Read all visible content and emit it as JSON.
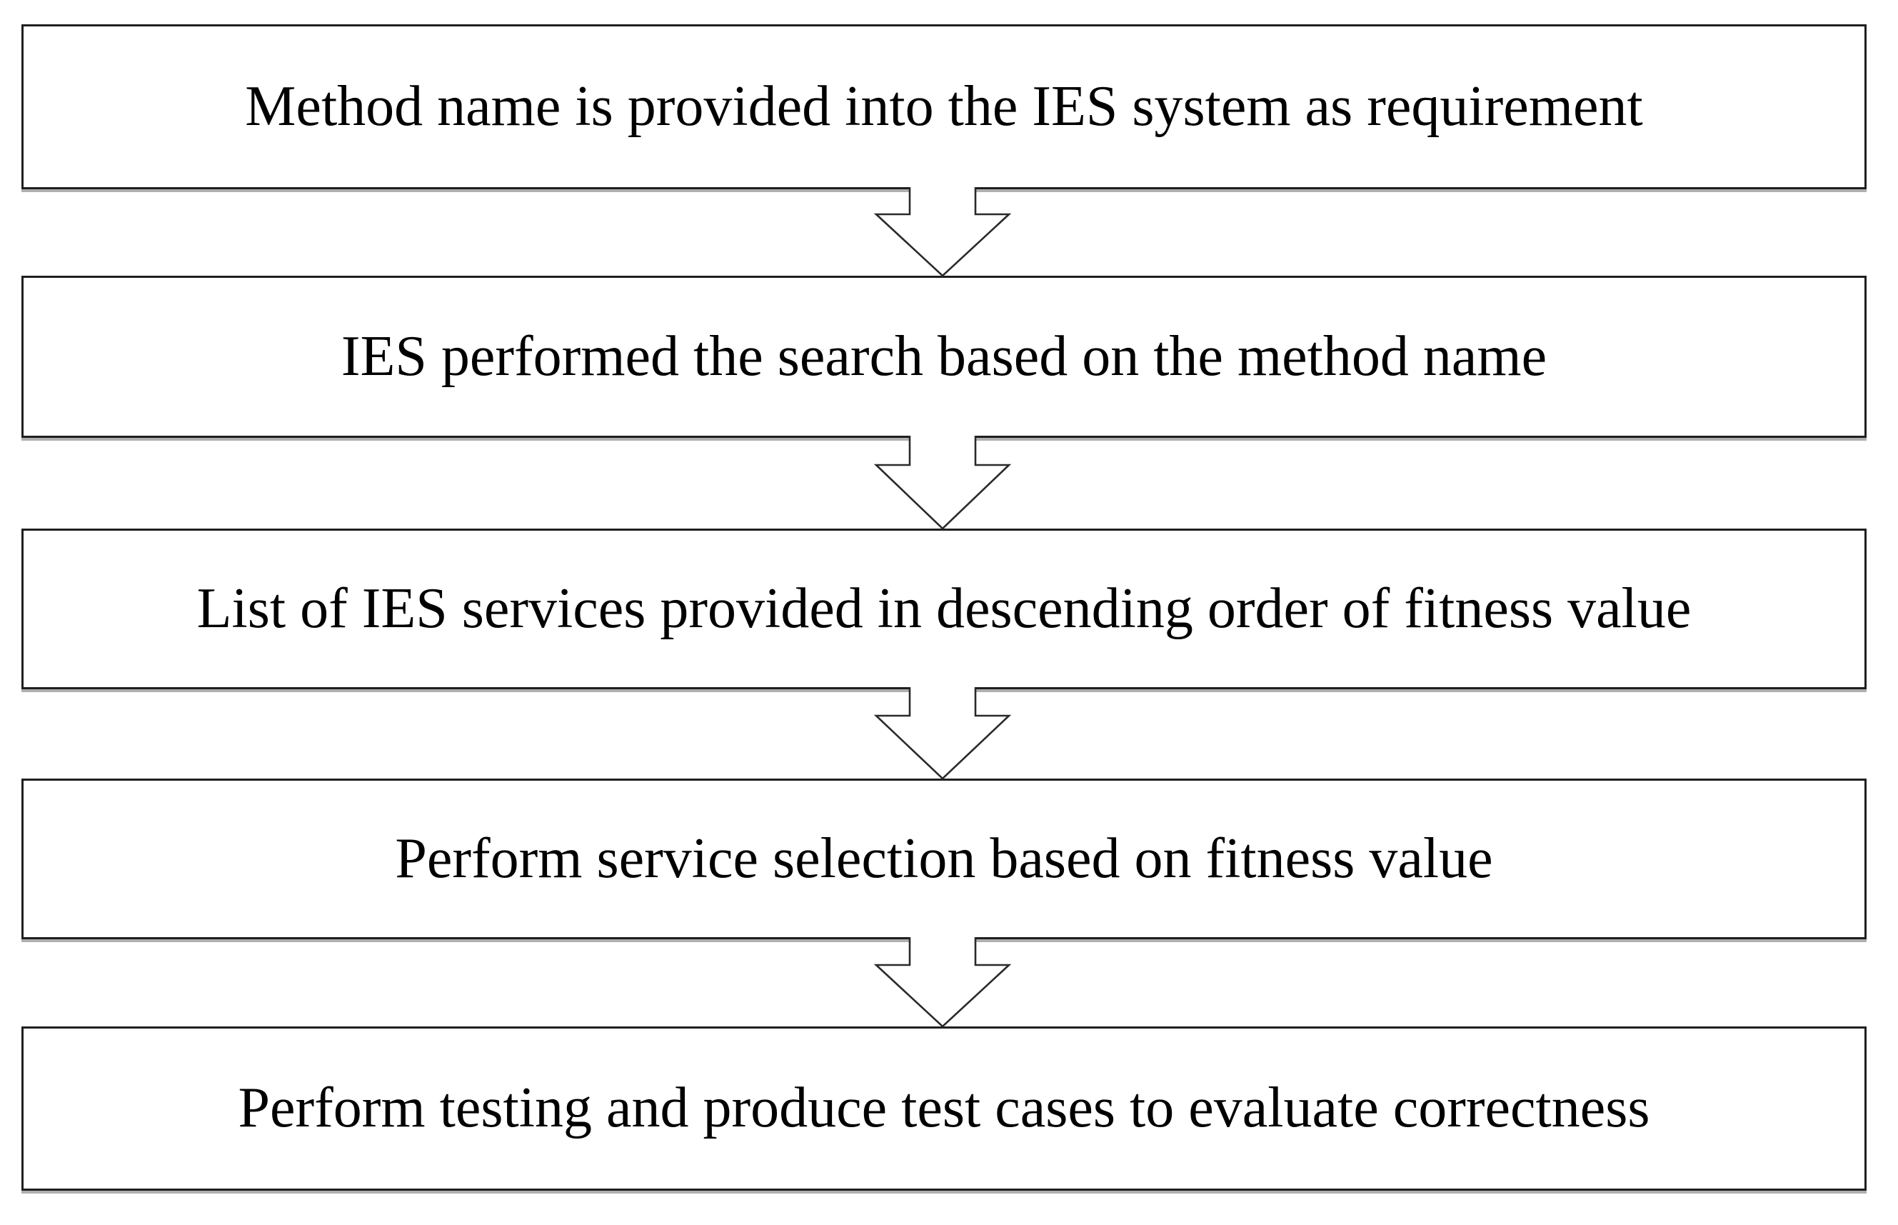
{
  "diagram": {
    "type": "flowchart",
    "orientation": "top-to-bottom",
    "steps": [
      {
        "label": "Method name is provided into the IES system as requirement"
      },
      {
        "label": "IES performed the search based on the method name"
      },
      {
        "label": "List of IES services provided in descending order of fitness value"
      },
      {
        "label": "Perform service selection based on fitness value"
      },
      {
        "label": "Perform testing and produce test cases to evaluate correctness"
      }
    ],
    "connector_icon": "down-block-arrow",
    "connector_count": 4,
    "colors": {
      "background": "#ffffff",
      "box_fill": "#ffffff",
      "box_border": "#1f1f1f",
      "box_edge_shadow": "#6e6e6e",
      "arrow_outline": "#2a2a2a",
      "text": "#000000"
    }
  }
}
